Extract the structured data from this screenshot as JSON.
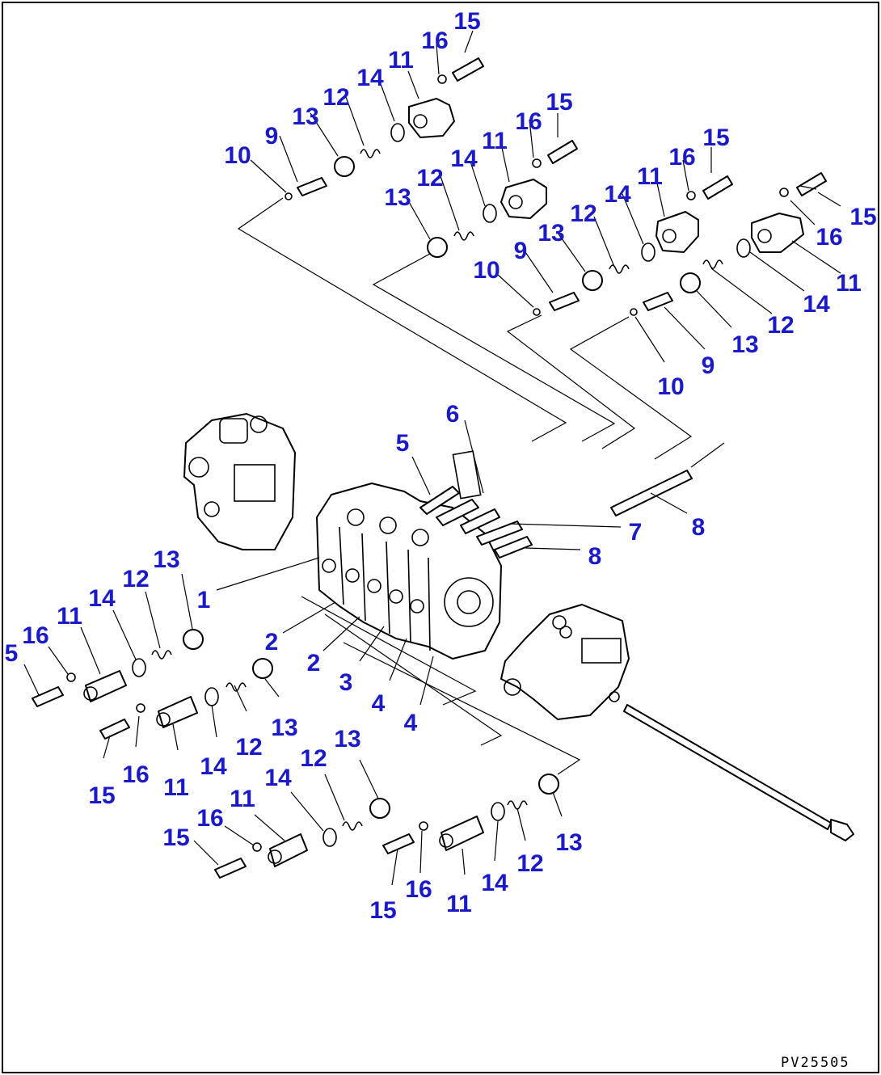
{
  "diagram": {
    "drawing_code": "PV25505",
    "callouts": [
      {
        "id": "c1",
        "label": "15"
      },
      {
        "id": "c2",
        "label": "16"
      },
      {
        "id": "c3",
        "label": "11"
      },
      {
        "id": "c4",
        "label": "14"
      },
      {
        "id": "c5",
        "label": "12"
      },
      {
        "id": "c6",
        "label": "13"
      },
      {
        "id": "c7",
        "label": "9"
      },
      {
        "id": "c8",
        "label": "10"
      },
      {
        "id": "c9",
        "label": "15"
      },
      {
        "id": "c10",
        "label": "16"
      },
      {
        "id": "c11",
        "label": "11"
      },
      {
        "id": "c12",
        "label": "14"
      },
      {
        "id": "c13",
        "label": "12"
      },
      {
        "id": "c14",
        "label": "13"
      },
      {
        "id": "c15",
        "label": "15"
      },
      {
        "id": "c16",
        "label": "16"
      },
      {
        "id": "c17",
        "label": "11"
      },
      {
        "id": "c18",
        "label": "14"
      },
      {
        "id": "c19",
        "label": "12"
      },
      {
        "id": "c20",
        "label": "13"
      },
      {
        "id": "c21",
        "label": "9"
      },
      {
        "id": "c22",
        "label": "10"
      },
      {
        "id": "c23",
        "label": "15"
      },
      {
        "id": "c24",
        "label": "16"
      },
      {
        "id": "c25",
        "label": "11"
      },
      {
        "id": "c26",
        "label": "14"
      },
      {
        "id": "c27",
        "label": "12"
      },
      {
        "id": "c28",
        "label": "13"
      },
      {
        "id": "c29",
        "label": "9"
      },
      {
        "id": "c30",
        "label": "10"
      },
      {
        "id": "c31",
        "label": "6"
      },
      {
        "id": "c32",
        "label": "5"
      },
      {
        "id": "c33",
        "label": "7"
      },
      {
        "id": "c34",
        "label": "8"
      },
      {
        "id": "c35",
        "label": "8"
      },
      {
        "id": "c36",
        "label": "1"
      },
      {
        "id": "c37",
        "label": "2"
      },
      {
        "id": "c38",
        "label": "2"
      },
      {
        "id": "c39",
        "label": "3"
      },
      {
        "id": "c40",
        "label": "4"
      },
      {
        "id": "c41",
        "label": "4"
      },
      {
        "id": "c42",
        "label": "13"
      },
      {
        "id": "c43",
        "label": "12"
      },
      {
        "id": "c44",
        "label": "14"
      },
      {
        "id": "c45",
        "label": "11"
      },
      {
        "id": "c46",
        "label": "16"
      },
      {
        "id": "c47",
        "label": "5"
      },
      {
        "id": "c48",
        "label": "13"
      },
      {
        "id": "c49",
        "label": "12"
      },
      {
        "id": "c50",
        "label": "14"
      },
      {
        "id": "c51",
        "label": "11"
      },
      {
        "id": "c52",
        "label": "16"
      },
      {
        "id": "c53",
        "label": "15"
      },
      {
        "id": "c54",
        "label": "13"
      },
      {
        "id": "c55",
        "label": "12"
      },
      {
        "id": "c56",
        "label": "14"
      },
      {
        "id": "c57",
        "label": "11"
      },
      {
        "id": "c58",
        "label": "16"
      },
      {
        "id": "c59",
        "label": "15"
      },
      {
        "id": "c60",
        "label": "13"
      },
      {
        "id": "c61",
        "label": "12"
      },
      {
        "id": "c62",
        "label": "14"
      },
      {
        "id": "c63",
        "label": "11"
      },
      {
        "id": "c64",
        "label": "16"
      },
      {
        "id": "c65",
        "label": "15"
      }
    ]
  }
}
